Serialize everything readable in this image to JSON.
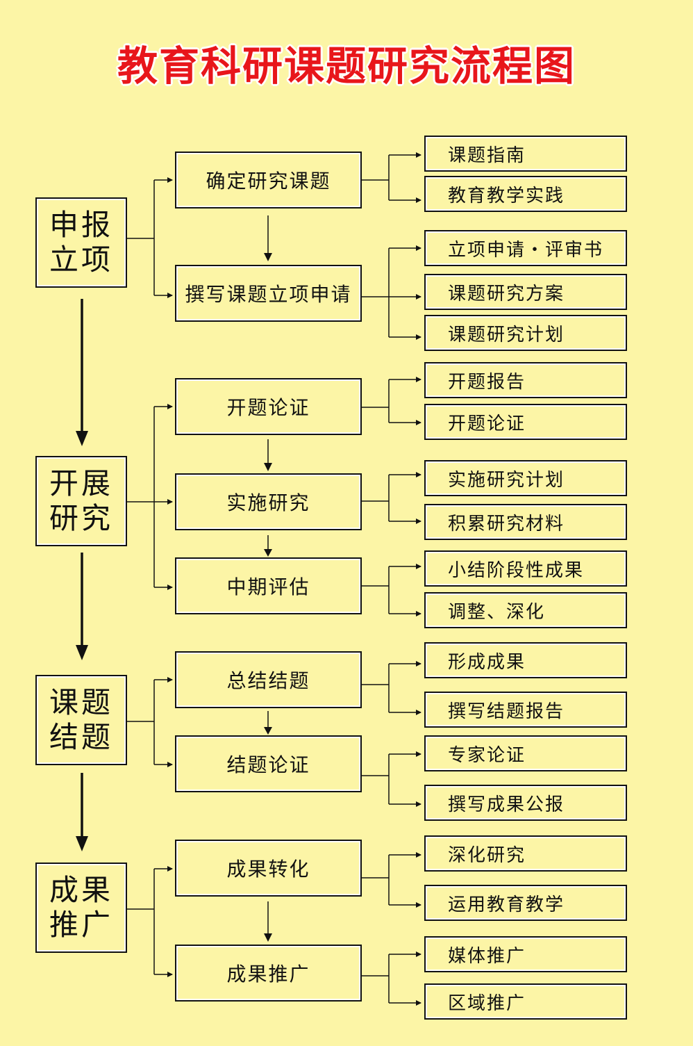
{
  "title": "教育科研课题研究流程图",
  "stages": [
    {
      "label": "申报立项",
      "steps": [
        {
          "label": "确定研究课题",
          "outputs": [
            "课题指南",
            "教育教学实践"
          ]
        },
        {
          "label": "撰写课题立项申请",
          "outputs": [
            "立项申请・评审书",
            "课题研究方案",
            "课题研究计划"
          ]
        }
      ]
    },
    {
      "label": "开展研究",
      "steps": [
        {
          "label": "开题论证",
          "outputs": [
            "开题报告",
            "开题论证"
          ]
        },
        {
          "label": "实施研究",
          "outputs": [
            "实施研究计划",
            "积累研究材料"
          ]
        },
        {
          "label": "中期评估",
          "outputs": [
            "小结阶段性成果",
            "调整、深化"
          ]
        }
      ]
    },
    {
      "label": "课题结题",
      "steps": [
        {
          "label": "总结结题",
          "outputs": [
            "形成成果",
            "撰写结题报告"
          ]
        },
        {
          "label": "结题论证",
          "outputs": [
            "专家论证",
            "撰写成果公报"
          ]
        }
      ]
    },
    {
      "label": "成果推广",
      "steps": [
        {
          "label": "成果转化",
          "outputs": [
            "深化研究",
            "运用教育教学"
          ]
        },
        {
          "label": "成果推广",
          "outputs": [
            "媒体推广",
            "区域推广"
          ]
        }
      ]
    }
  ]
}
